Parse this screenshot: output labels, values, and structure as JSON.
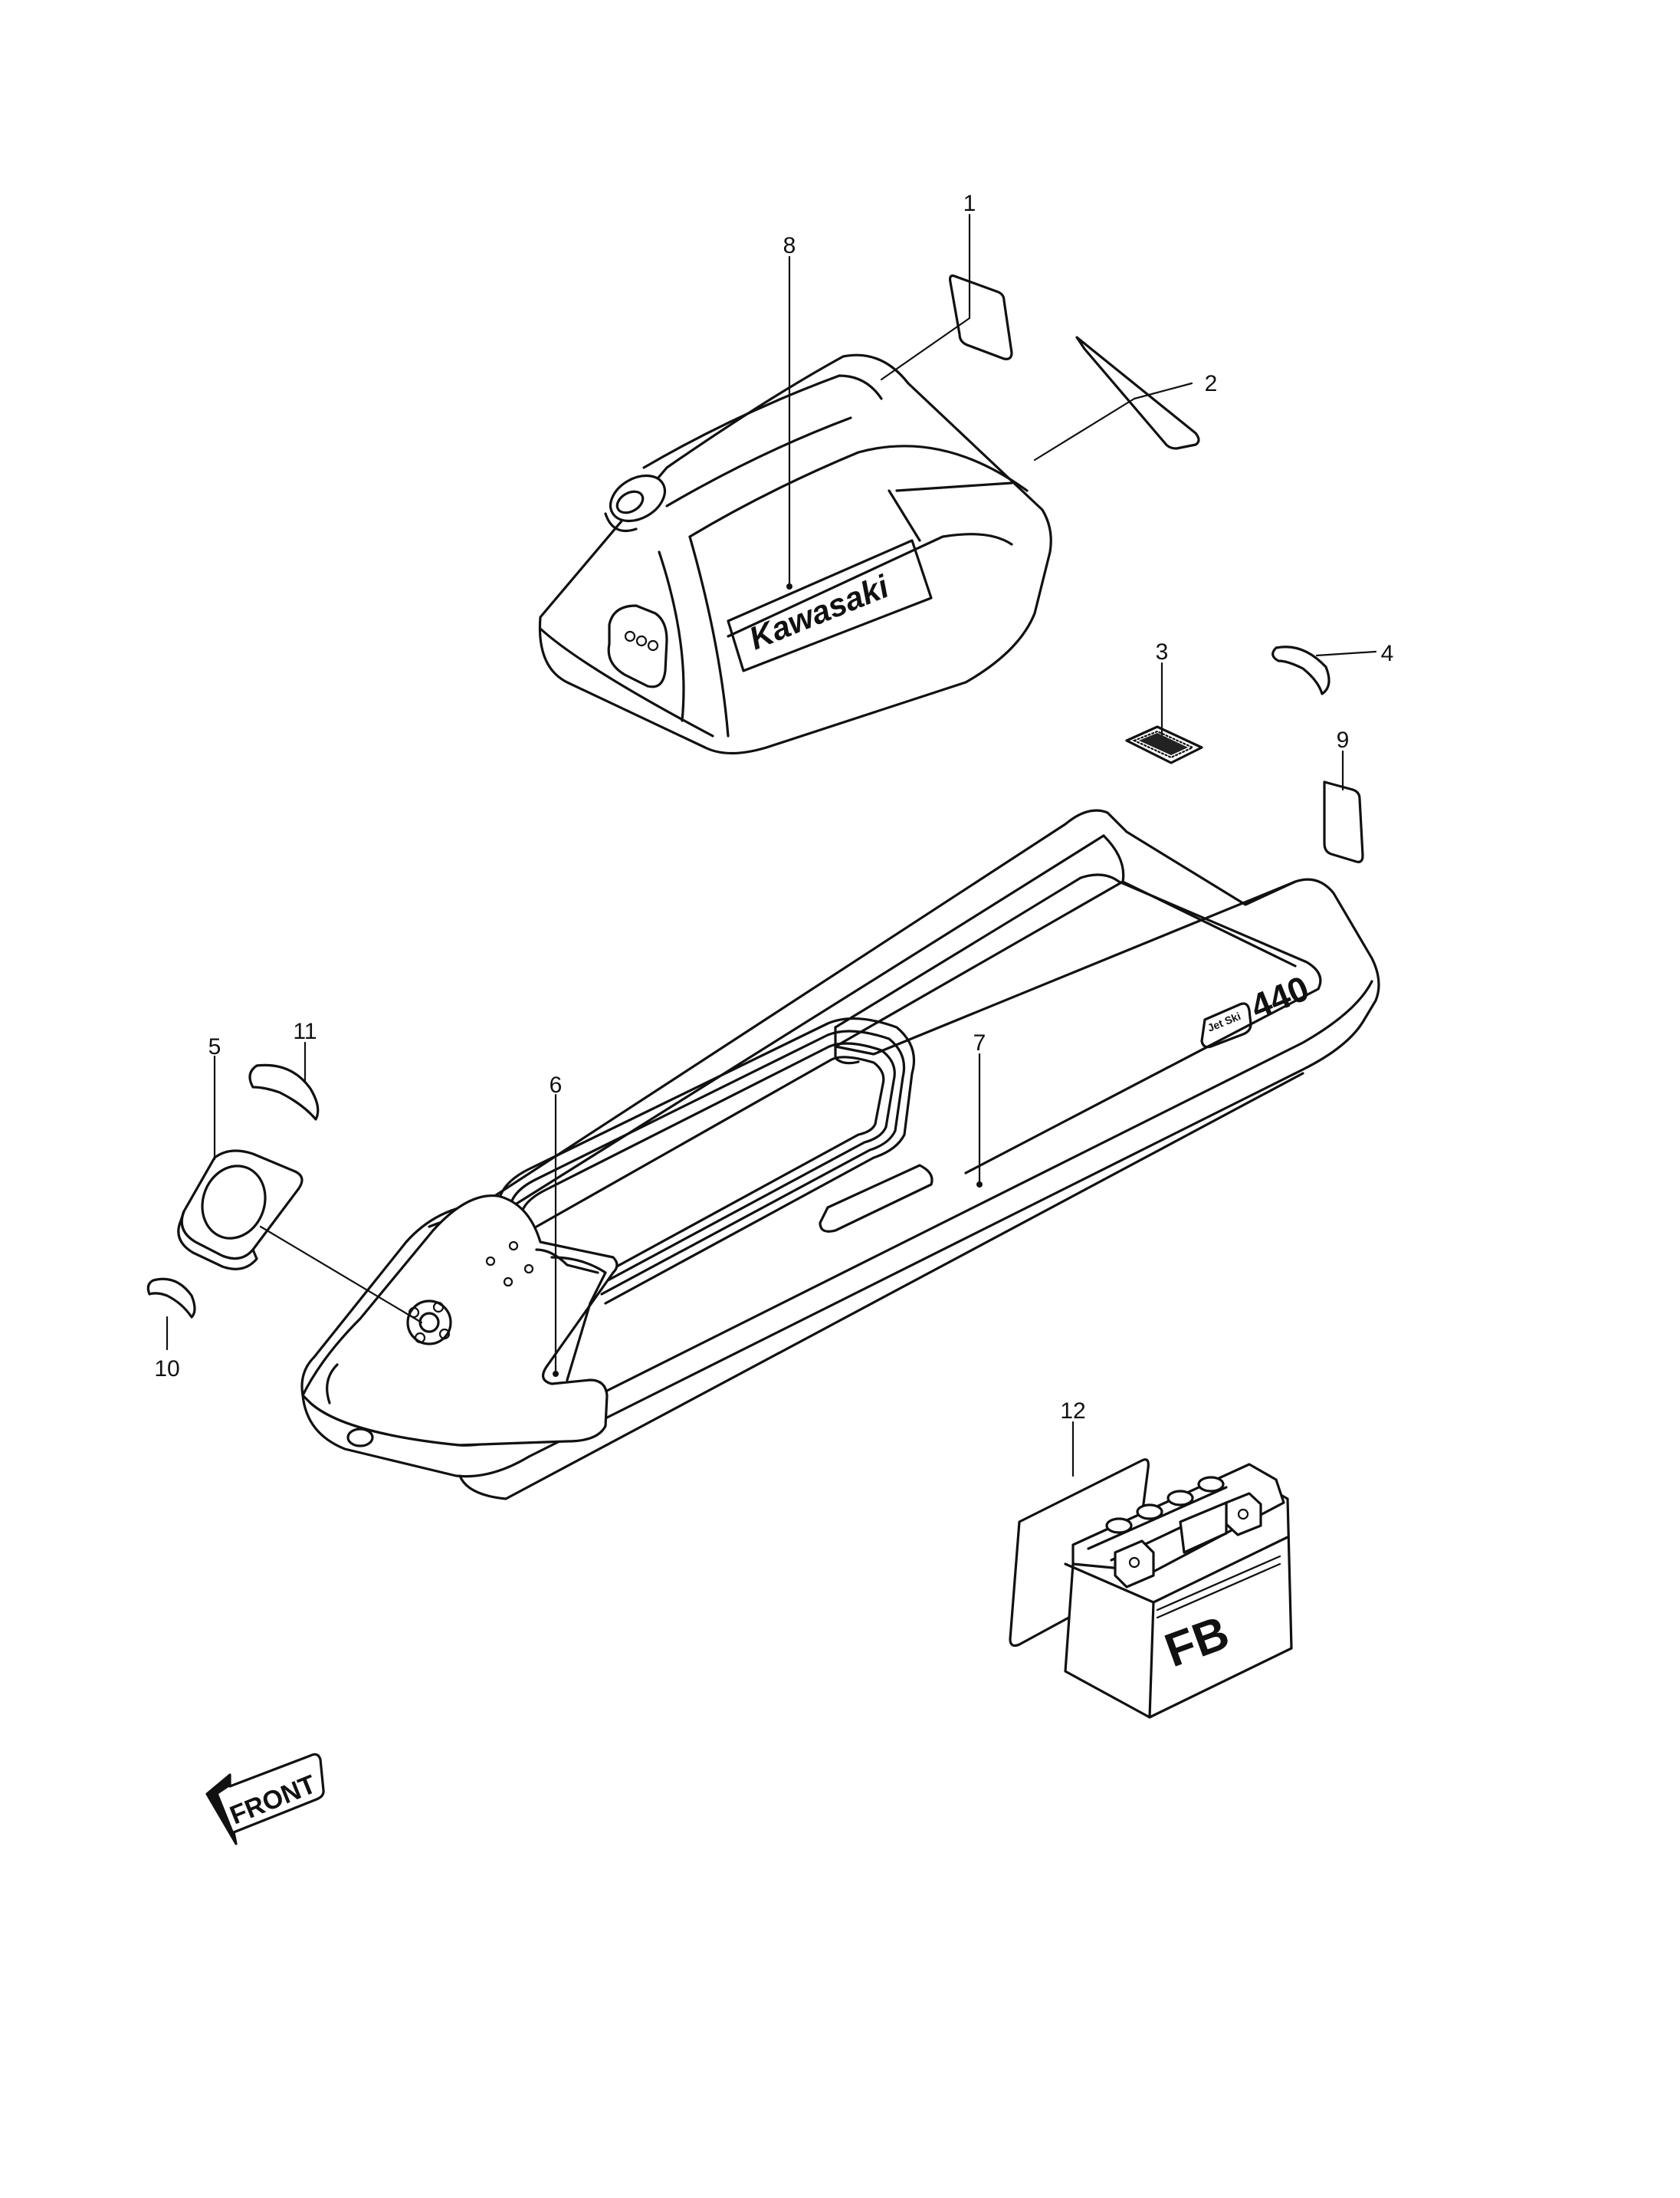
{
  "callouts": [
    "1",
    "2",
    "3",
    "4",
    "5",
    "6",
    "7",
    "8",
    "9",
    "10",
    "11",
    "12"
  ],
  "engine_cover_text": "Kawasaki",
  "hull_decal_text": "440",
  "hull_decal_badge": "Jet Ski",
  "battery_text": "FB",
  "front_arrow_text": "FRONT",
  "icons": {
    "front_arrow": "front-arrow-icon"
  }
}
